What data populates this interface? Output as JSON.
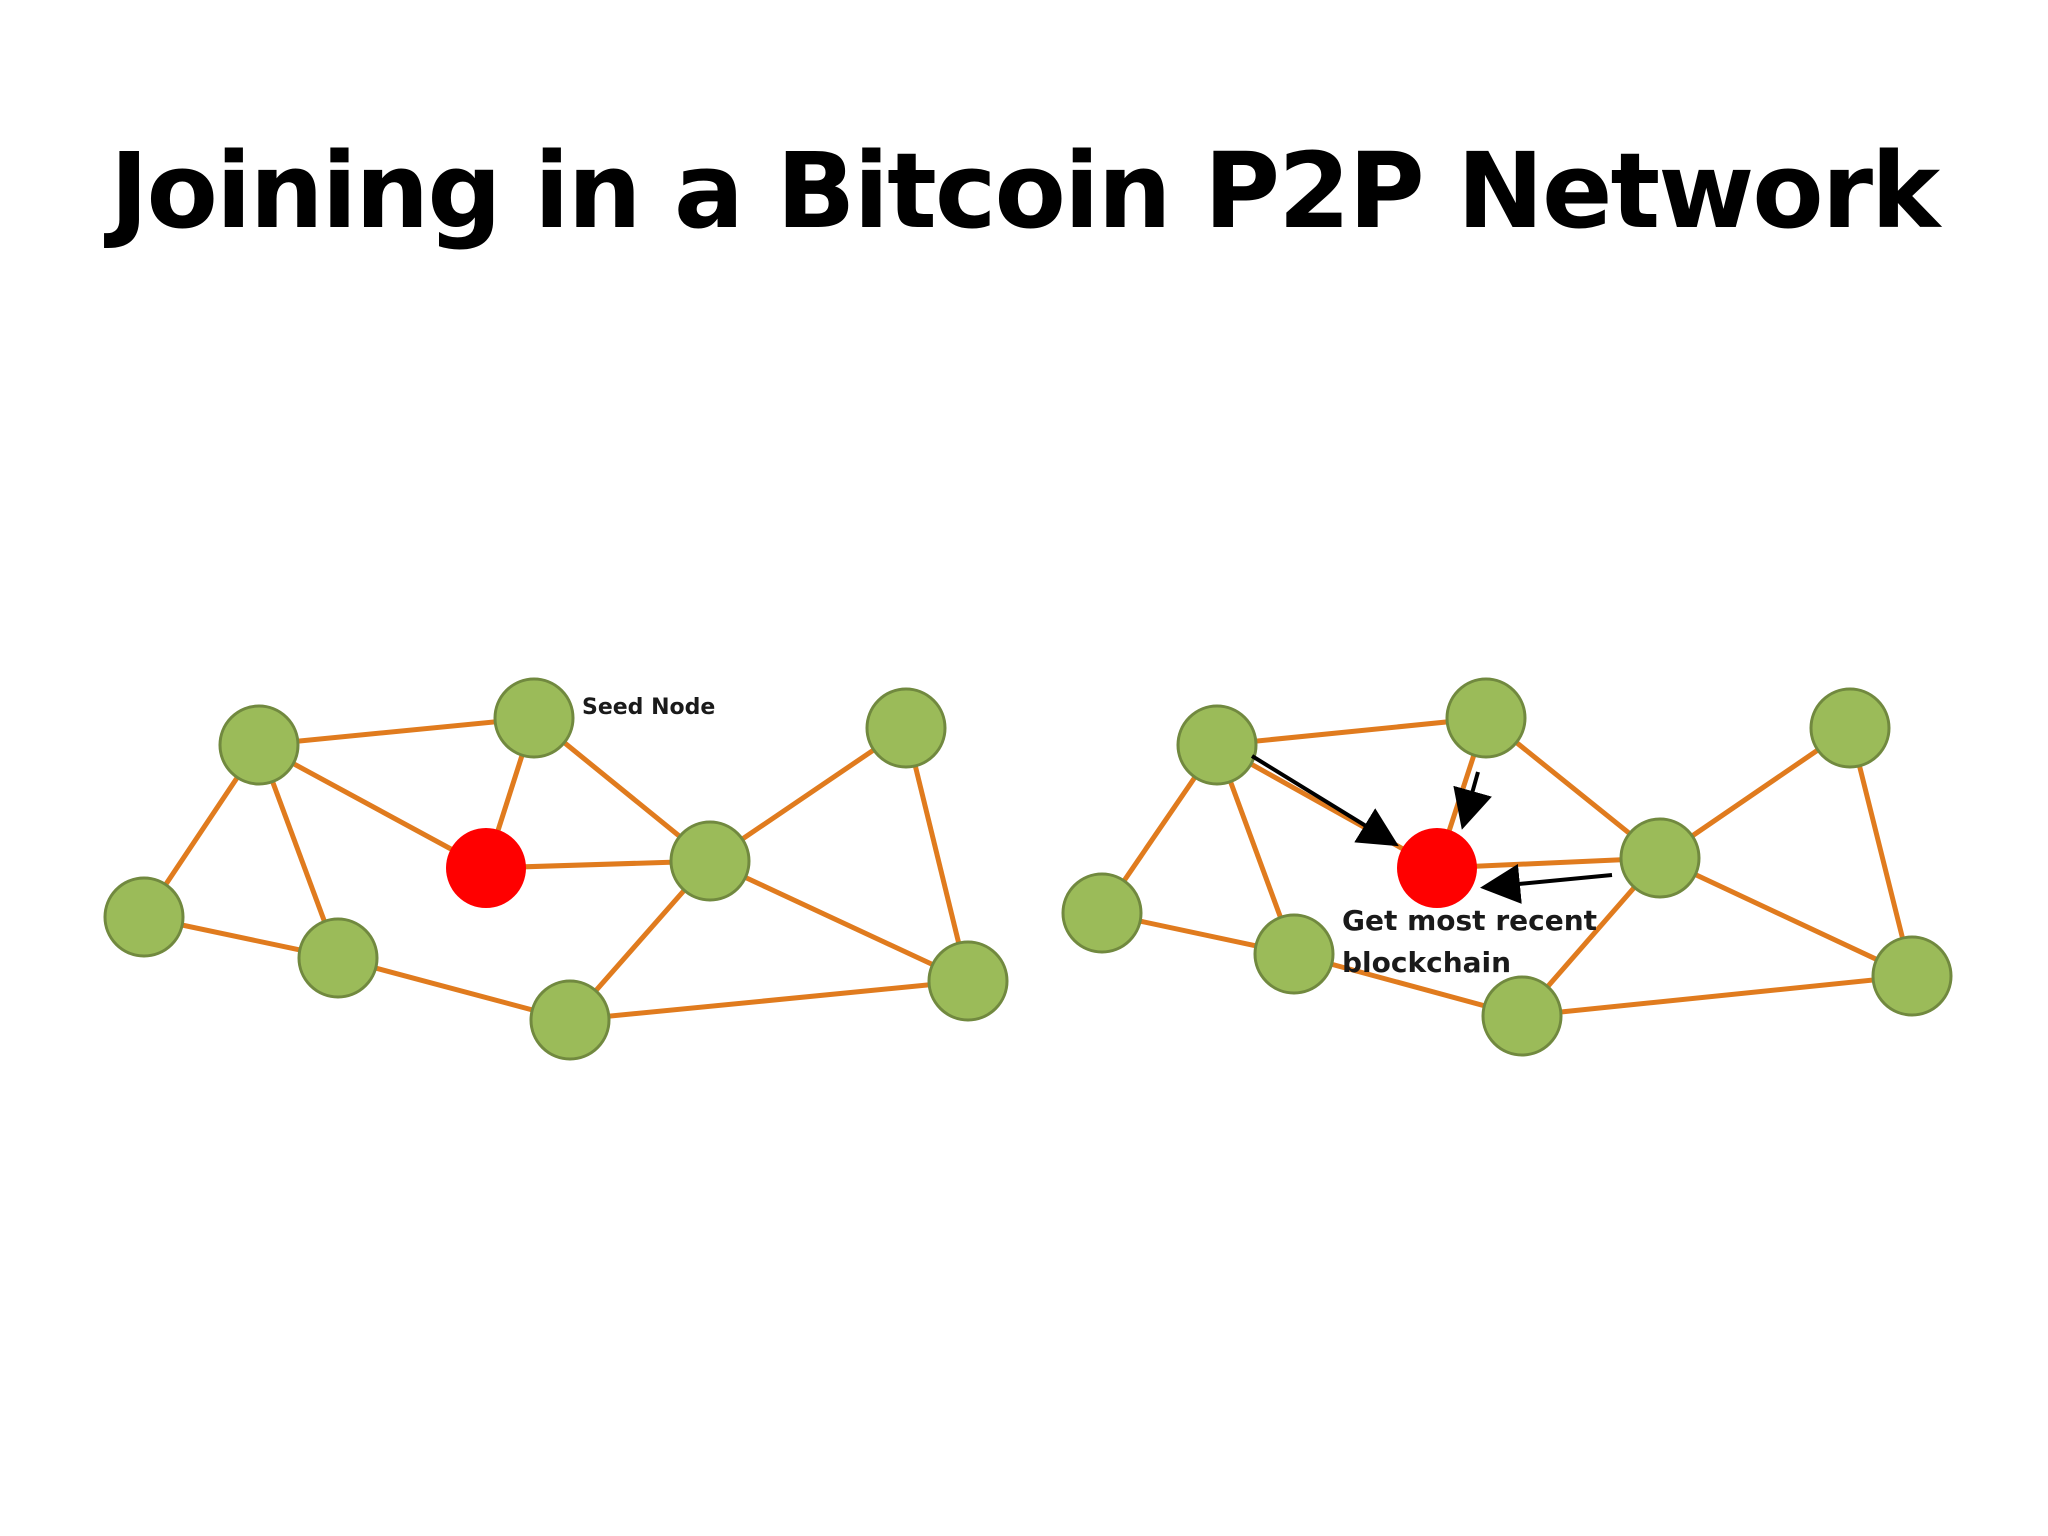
{
  "title": "Joining in a Bitcoin P2P Network",
  "left_diagram": {
    "seed_label": "Seed Node"
  },
  "right_diagram": {
    "caption_line1": "Get most recent",
    "caption_line2": "blockchain"
  },
  "colors": {
    "peer_node": "#9bbb59",
    "peer_node_border": "#71893f",
    "new_node": "#ff0000",
    "edge": "#e07b1e",
    "arrow": "#000000"
  }
}
